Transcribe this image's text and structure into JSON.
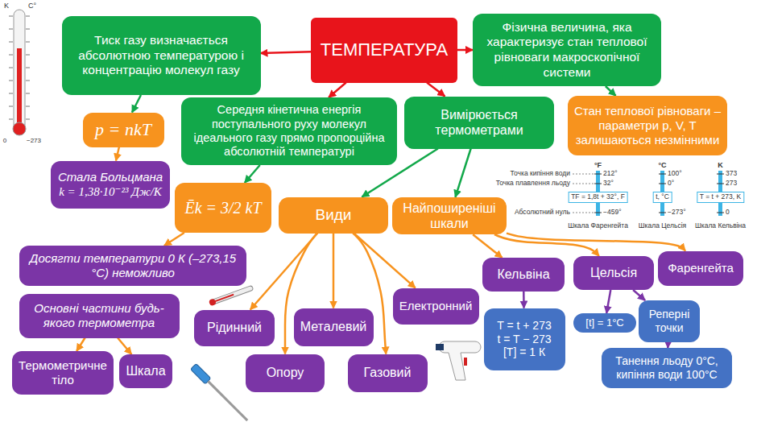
{
  "diagram": {
    "nodes": [
      {
        "text": [
          "ТЕМПЕРАТУРА"
        ]
      },
      {
        "text": [
          "Тиск газу визначається абсолютною температурою і концентрацію молекул газу"
        ]
      },
      {
        "text": [
          "Фізична величина, яка характеризує стан теплової рівноваги макроскопічної системи"
        ]
      },
      {
        "text": [
          "p = nkT"
        ]
      },
      {
        "text": [
          "Середня кінетична енергія поступального руху молекул ідеального газу прямо пропорційна абсолютній температурі"
        ]
      },
      {
        "text": [
          "Вимірюється термометрами"
        ]
      },
      {
        "text": [
          "Стан теплової рівноваги – параметри p, V, T залишаються незмінними"
        ]
      },
      {
        "text": [
          "Стала Больцмана",
          "k = 1,38·10⁻²³ Дж/К"
        ]
      },
      {
        "text": [
          "Ēk = 3/2 kT"
        ]
      },
      {
        "text": [
          "Види"
        ]
      },
      {
        "text": [
          "Найпоширеніші шкали"
        ]
      },
      {
        "text": [
          "Досягти температури 0 К (–273,15 °С) неможливо"
        ]
      },
      {
        "text": [
          "Основні частини будь-якого термометра"
        ]
      },
      {
        "text": [
          "Кельвіна"
        ]
      },
      {
        "text": [
          "Цельсія"
        ]
      },
      {
        "text": [
          "Фаренгейта"
        ]
      },
      {
        "text": [
          "Рідинний"
        ]
      },
      {
        "text": [
          "Металевий"
        ]
      },
      {
        "text": [
          "Електронний"
        ]
      },
      {
        "text": [
          "Опору"
        ]
      },
      {
        "text": [
          "Газовий"
        ]
      },
      {
        "text": [
          "Термометричне тіло"
        ]
      },
      {
        "text": [
          "Шкала"
        ]
      },
      {
        "text": [
          "T = t + 273",
          "t = T − 273",
          "[T] = 1 К"
        ]
      },
      {
        "text": [
          "[t] = 1°С"
        ]
      },
      {
        "text": [
          "Реперні точки"
        ]
      },
      {
        "text": [
          "Танення льоду 0°С, кипіння води 100°С"
        ]
      }
    ],
    "edges": [
      {
        "from": 0,
        "to": 1,
        "arrow": "to"
      },
      {
        "from": 0,
        "to": 2,
        "arrow": "to"
      },
      {
        "from": 0,
        "to": 4,
        "arrow": "to"
      },
      {
        "from": 0,
        "to": 5,
        "arrow": "to"
      },
      {
        "from": 1,
        "to": 3,
        "arrow": "to"
      },
      {
        "from": 2,
        "to": 6,
        "arrow": "to"
      },
      {
        "from": 3,
        "to": 7,
        "arrow": "to"
      },
      {
        "from": 4,
        "to": 8,
        "arrow": "to"
      },
      {
        "from": 5,
        "to": 9,
        "arrow": "to"
      },
      {
        "from": 5,
        "to": 10,
        "arrow": "to"
      },
      {
        "from": 8,
        "to": 11,
        "arrow": "to"
      },
      {
        "from": 9,
        "to": 16,
        "arrow": "to"
      },
      {
        "from": 9,
        "to": 17,
        "arrow": "to"
      },
      {
        "from": 9,
        "to": 18,
        "arrow": "to"
      },
      {
        "from": 9,
        "to": 19,
        "arrow": "to"
      },
      {
        "from": 9,
        "to": 20,
        "arrow": "to"
      },
      {
        "from": 10,
        "to": 13,
        "arrow": "to"
      },
      {
        "from": 10,
        "to": 14,
        "arrow": "to"
      },
      {
        "from": 10,
        "to": 15,
        "arrow": "to"
      },
      {
        "from": 12,
        "to": 21,
        "arrow": "to"
      },
      {
        "from": 12,
        "to": 22,
        "arrow": "to"
      },
      {
        "from": 13,
        "to": 23,
        "arrow": "to"
      },
      {
        "from": 14,
        "to": 24,
        "arrow": "to"
      },
      {
        "from": 14,
        "to": 25,
        "arrow": "to"
      },
      {
        "from": 25,
        "to": 26,
        "arrow": "to"
      }
    ],
    "labels": [
      "K",
      "C°",
      "Точка кипіння води",
      "Точка плавлення льоду",
      "Абсолютний нуль",
      "°F",
      "°C",
      "K",
      "212°",
      "32°",
      "−459°",
      "100°",
      "0°",
      "−273°",
      "373",
      "273",
      "0",
      "TF = 1,8t + 32°, F",
      "t, °C",
      "T = t + 273, K",
      "Шкала Фаренгейта",
      "Шкала Цельсія",
      "Шкала Кельвіна",
      "0",
      "−273"
    ]
  }
}
